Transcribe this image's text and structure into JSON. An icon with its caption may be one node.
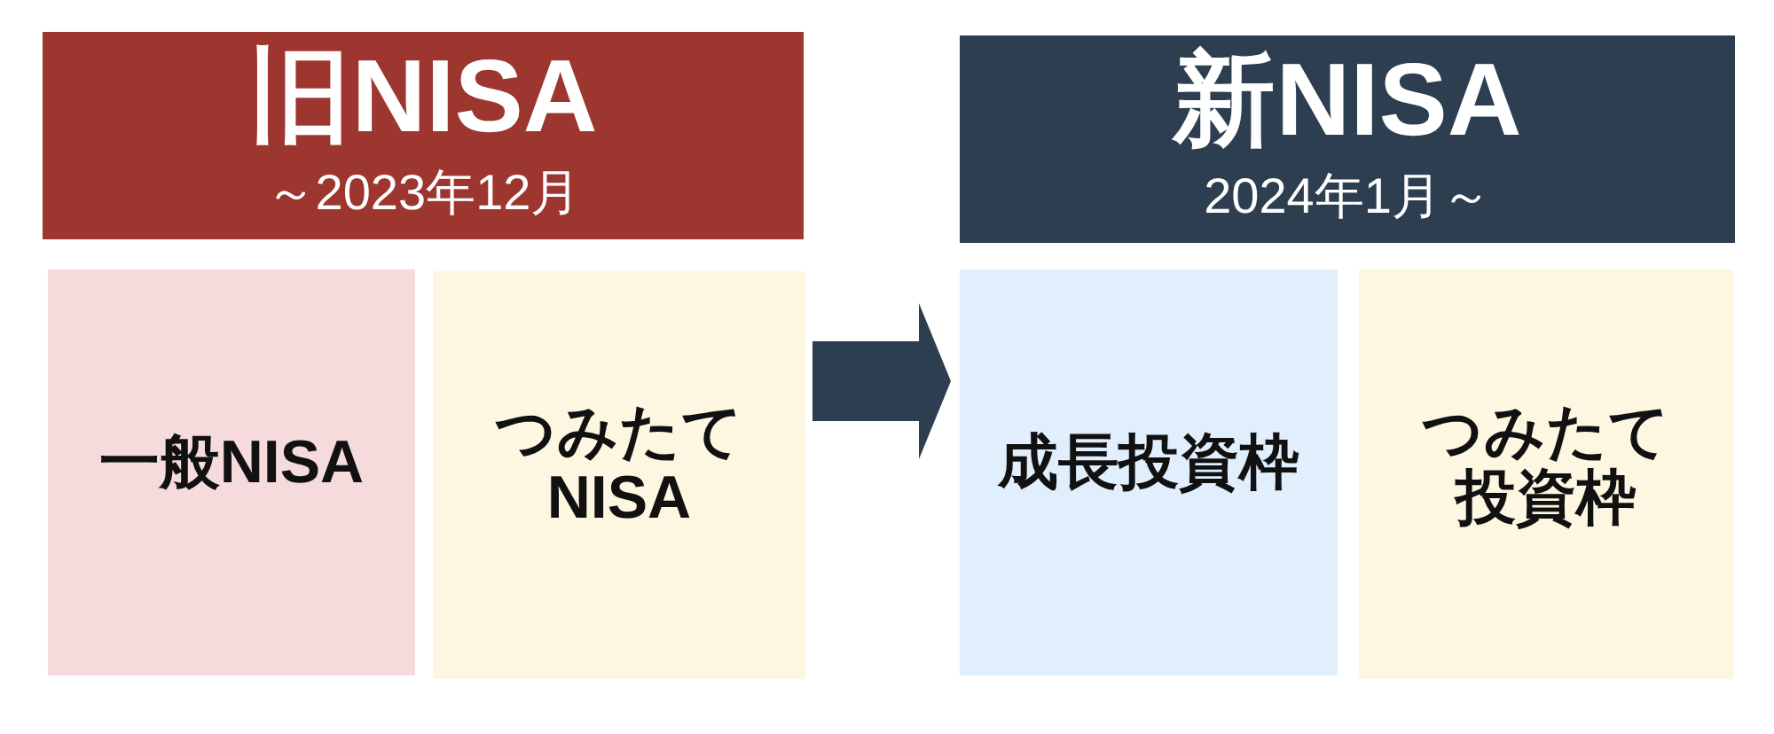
{
  "diagram": {
    "nodes": [
      {
        "text": [
          "旧NISA",
          "～2023年12月"
        ]
      },
      {
        "text": [
          "新NISA",
          "2024年1月～"
        ]
      },
      {
        "text": [
          "一般NISA"
        ]
      },
      {
        "text": [
          "つみたてNISA"
        ]
      },
      {
        "text": [
          "成長投資枠"
        ]
      },
      {
        "text": [
          "つみたて投資枠"
        ]
      }
    ],
    "edges": [
      {
        "from": 3,
        "to": 4,
        "arrow": "to"
      }
    ]
  }
}
